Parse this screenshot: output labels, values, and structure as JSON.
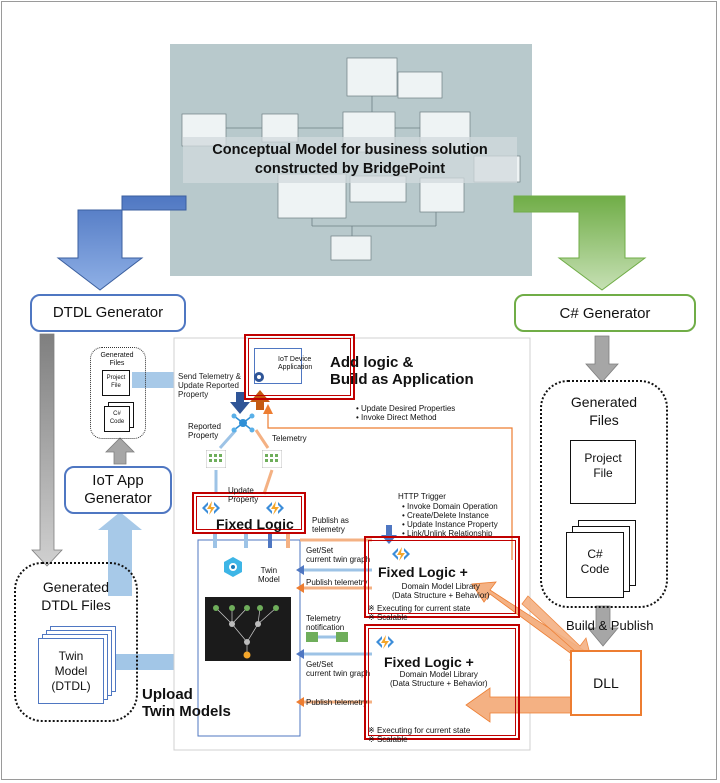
{
  "model": {
    "title_line1": "Conceptual Model for business solution",
    "title_line2": "constructed by BridgePoint"
  },
  "generators": {
    "dtdl": "DTDL Generator",
    "csharp": "C# Generator",
    "iot_app_line1": "IoT App",
    "iot_app_line2": "Generator"
  },
  "generated_dtdl": {
    "line1": "Generated",
    "line2": "DTDL Files",
    "twin_line1": "Twin",
    "twin_line2": "Model",
    "twin_line3": "(DTDL)"
  },
  "generated_files_small": {
    "title_line1": "Generated",
    "title_line2": "Files",
    "project_line1": "Project",
    "project_line2": "File",
    "code_line1": "C#",
    "code_line2": "Code"
  },
  "generated_files_right": {
    "line1": "Generated",
    "line2": "Files",
    "project_line1": "Project",
    "project_line2": "File",
    "code_line1": "C#",
    "code_line2": "Code"
  },
  "labels": {
    "build_publish": "Build & Publish",
    "dll": "DLL",
    "upload_line1": "Upload",
    "upload_line2": "Twin Models",
    "add_logic_line1": "Add logic &",
    "add_logic_line2": "Build as Application",
    "iot_device_line1": "IoT Device",
    "iot_device_line2": "Application",
    "send_telemetry_line1": "Send Telemetry  &",
    "send_telemetry_line2": "Update Reported",
    "send_telemetry_line3": "Property",
    "update_desired": "Update Desired Properties",
    "invoke_direct": "Invoke Direct Method",
    "reported_line1": "Reported",
    "reported_line2": "Property",
    "telemetry": "Telemetry",
    "update_line1": "Update",
    "update_line2": "Property",
    "fixed_logic": "Fixed Logic",
    "publish_as_line1": "Publish as",
    "publish_as_line2": "telemetry",
    "http_trigger": "HTTP Trigger",
    "http_items": [
      "Invoke Domain Operation",
      "Create/Delete Instance",
      "Update Instance Property",
      "Link/Unlink Relationship"
    ],
    "twin_line1": "Twin",
    "twin_line2": "Model",
    "get_set_line1": "Get/Set",
    "get_set_line2": "current twin graph",
    "publish_telemetry": "Publish telemetry",
    "telemetry_notif_line1": "Telemetry",
    "telemetry_notif_line2": "notification",
    "fixed_logic_plus": "Fixed Logic +",
    "domain_lib_line1": "Domain Model Library",
    "domain_lib_line2": "(Data Structure + Behavior)",
    "executing": "Executing for current state",
    "scalable": "Scalable"
  },
  "colors": {
    "blue_border": "#4f77c2",
    "green_border": "#70ad47",
    "red_highlight": "#c00000",
    "orange": "#ed7d31",
    "light_blue_arrow": "#9dc3e6",
    "gray_arrow": "#a6a6a6",
    "model_bg": "#b8c9cc"
  },
  "icons": [
    "iot-device-icon",
    "iot-hub-icon",
    "event-hub-icon",
    "function-icon",
    "digital-twins-icon"
  ]
}
